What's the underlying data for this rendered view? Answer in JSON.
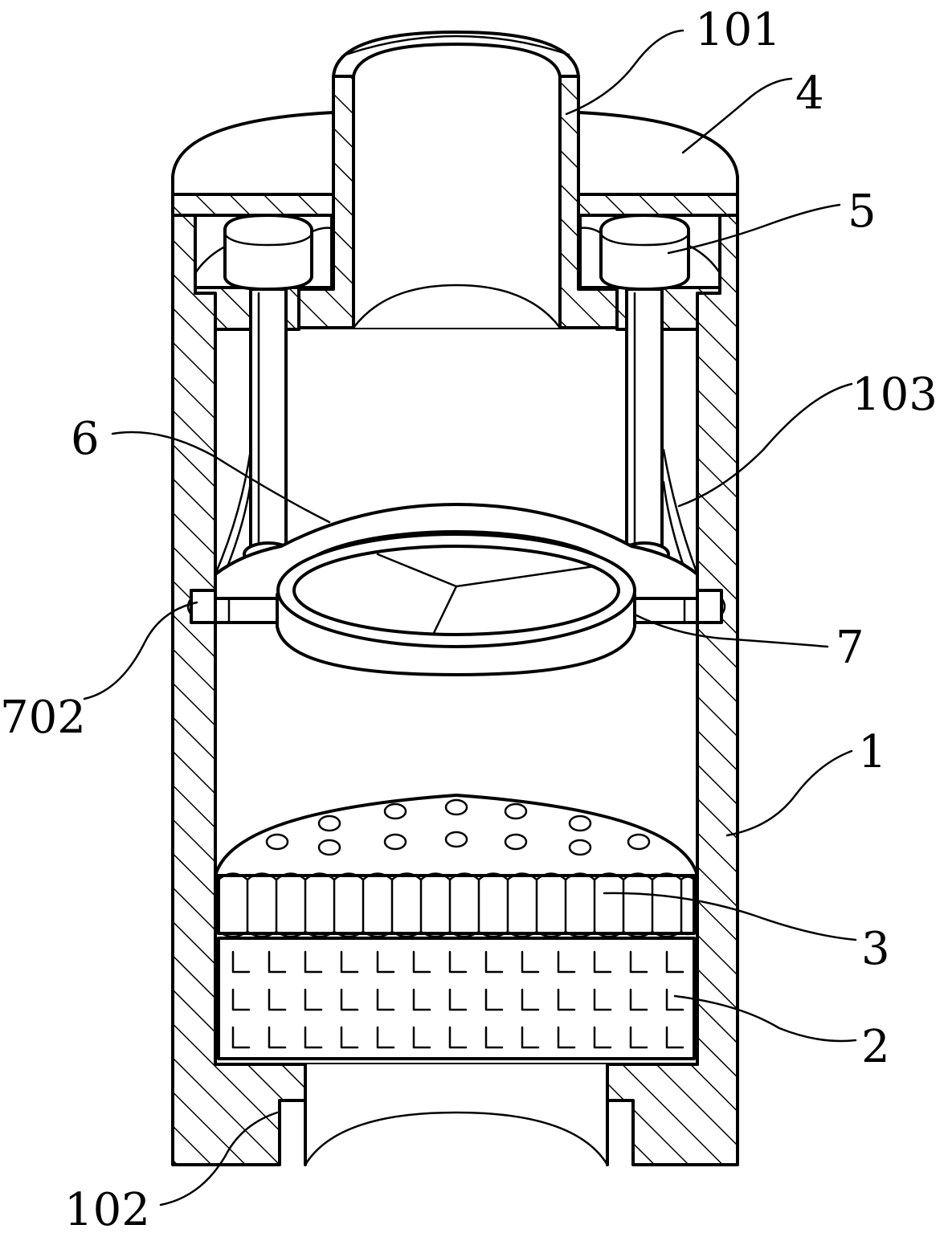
{
  "callouts": {
    "c101": "101",
    "c4": "4",
    "c5": "5",
    "c103": "103",
    "c6": "6",
    "c7": "7",
    "c702": "702",
    "c1": "1",
    "c3": "3",
    "c2": "2",
    "c102": "102"
  }
}
